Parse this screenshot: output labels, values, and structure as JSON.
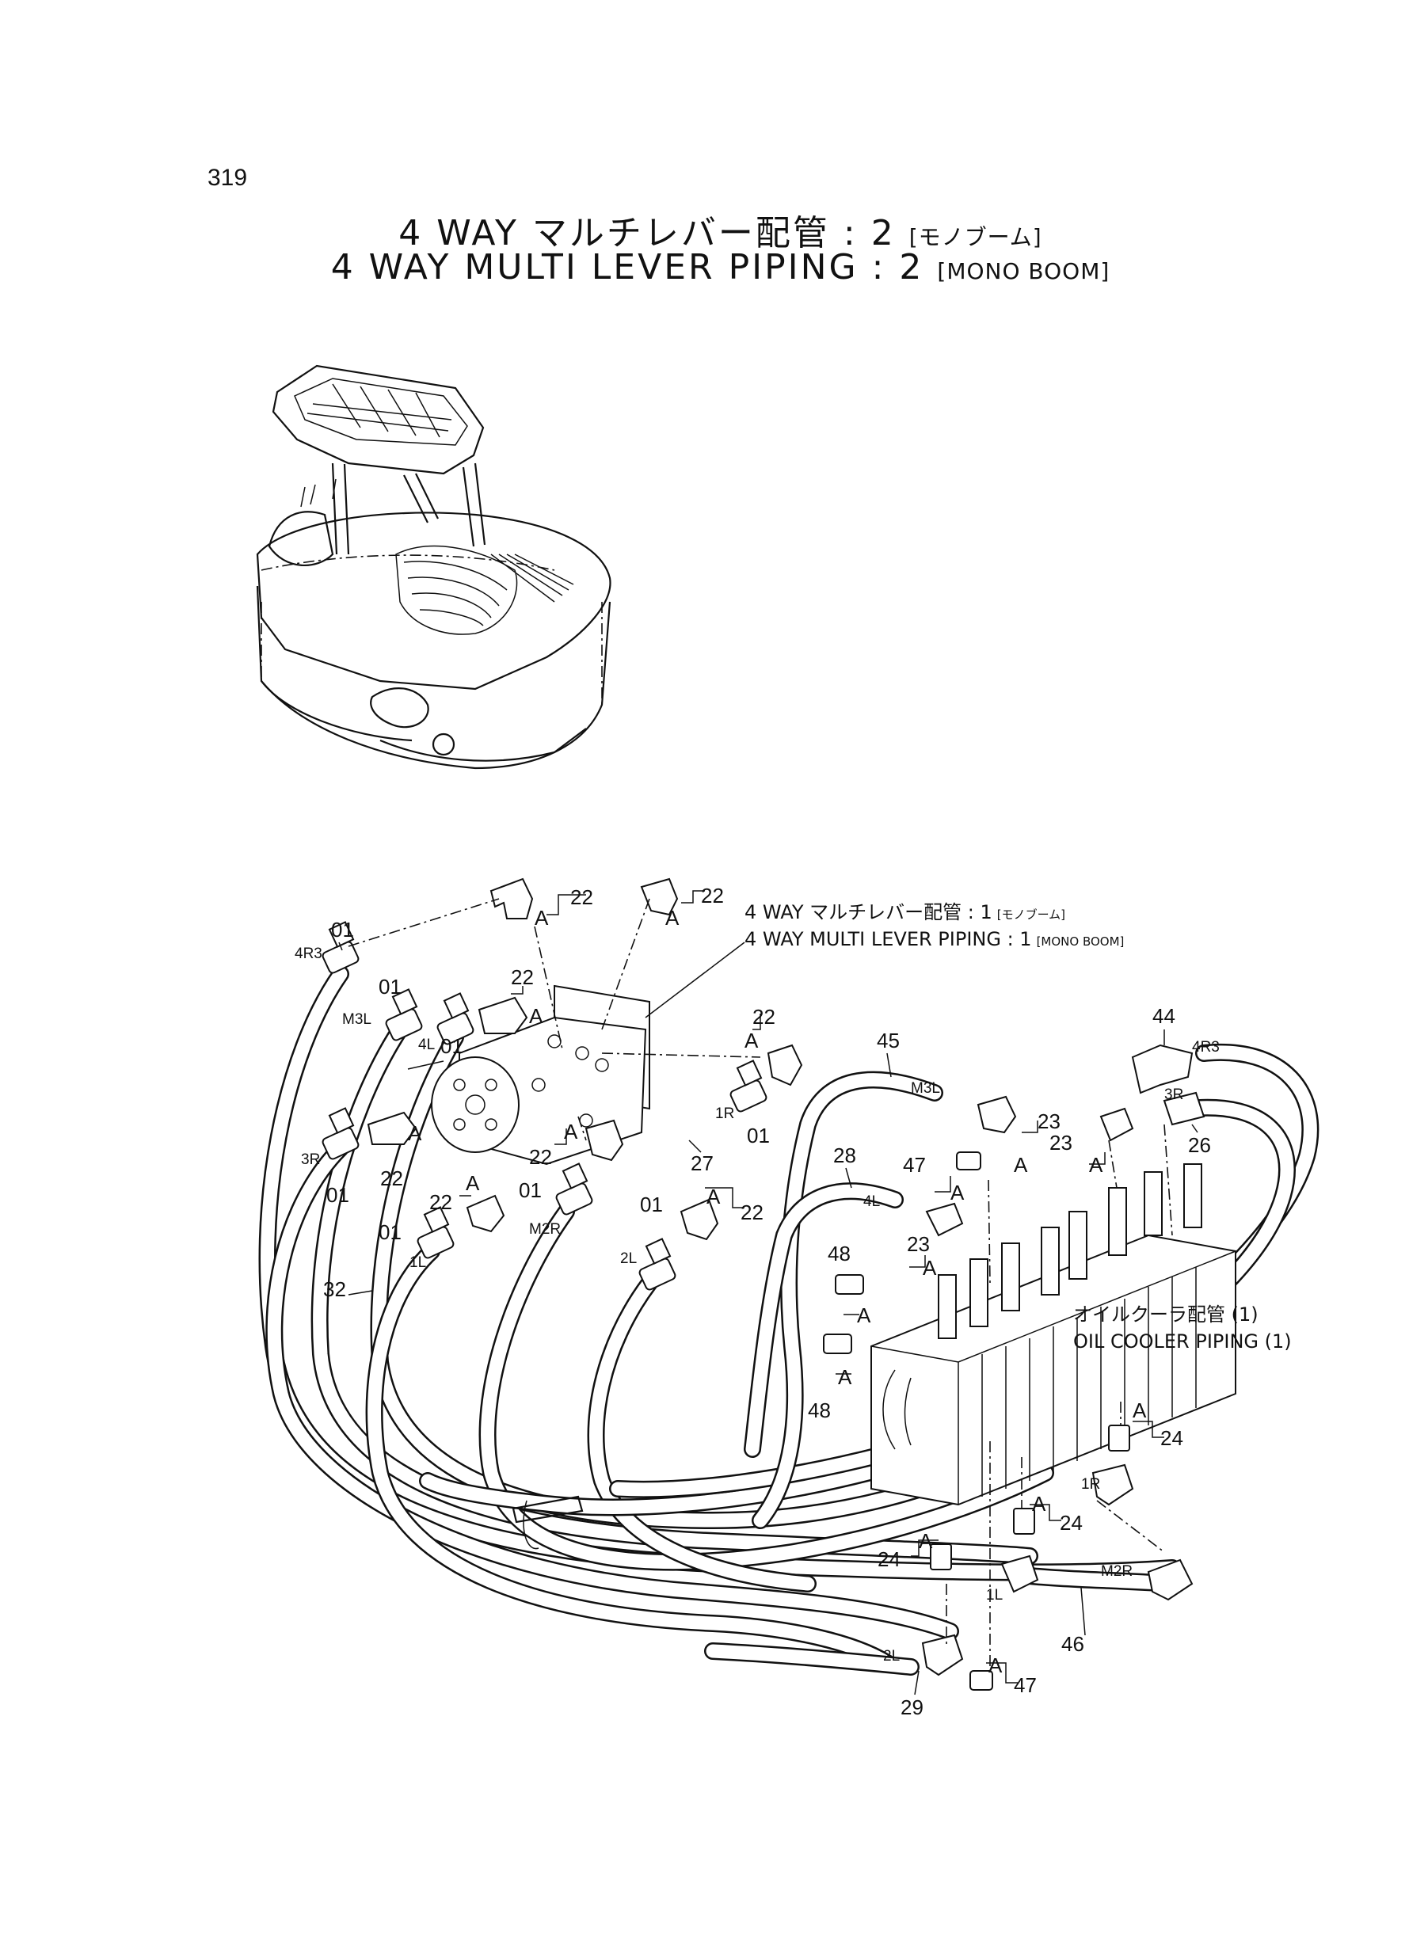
{
  "page_number": "319",
  "title": {
    "jp_main": "4  WAY  マルチレバー配管 : 2",
    "jp_bracket": "[モノブーム]",
    "en_main": "4  WAY  MULTI  LEVER  PIPING : 2",
    "en_bracket": "[MONO  BOOM]"
  },
  "reference_note": {
    "jp_main": "4  WAY  マルチレバー配管 : 1",
    "jp_bracket": "[モノブーム]",
    "en_main": "4  WAY  MULTI  LEVER  PIPING : 1",
    "en_bracket": "[MONO  BOOM]"
  },
  "oil_cooler_note": {
    "jp": "オイルクーラ配管 (1)",
    "en": "OIL  COOLER  PIPING (1)"
  },
  "callouts": {
    "c01a": "01",
    "c01b": "01",
    "c01c": "01",
    "c01d": "01",
    "c01e": "01",
    "c01f": "01",
    "c01g": "01",
    "c22a": "22",
    "c22b": "22",
    "c22c": "22",
    "c22d": "22",
    "c22e": "22",
    "c22f": "22",
    "c22g": "22",
    "c23a": "23",
    "c23b": "23",
    "c23c": "23",
    "c24a": "24",
    "c24b": "24",
    "c24c": "24",
    "c26": "26",
    "c27": "27",
    "c28": "28",
    "c29": "29",
    "c32": "32",
    "c44": "44",
    "c45": "45",
    "c46": "46",
    "c47a": "47",
    "c47b": "47",
    "c48a": "48",
    "c48b": "48",
    "A": "A"
  },
  "port_labels": {
    "p4R3a": "4R3",
    "p4R3b": "4R3",
    "pM3La": "M3L",
    "pM3Lb": "M3L",
    "p4La": "4L",
    "p4Lb": "4L",
    "p3Ra": "3R",
    "p3Rb": "3R",
    "pM2Ra": "M2R",
    "pM2Rb": "M2R",
    "p1La": "1L",
    "p1Lb": "1L",
    "p2La": "2L",
    "p2Lb": "2L",
    "p1Ra": "1R",
    "p1Rb": "1R"
  }
}
